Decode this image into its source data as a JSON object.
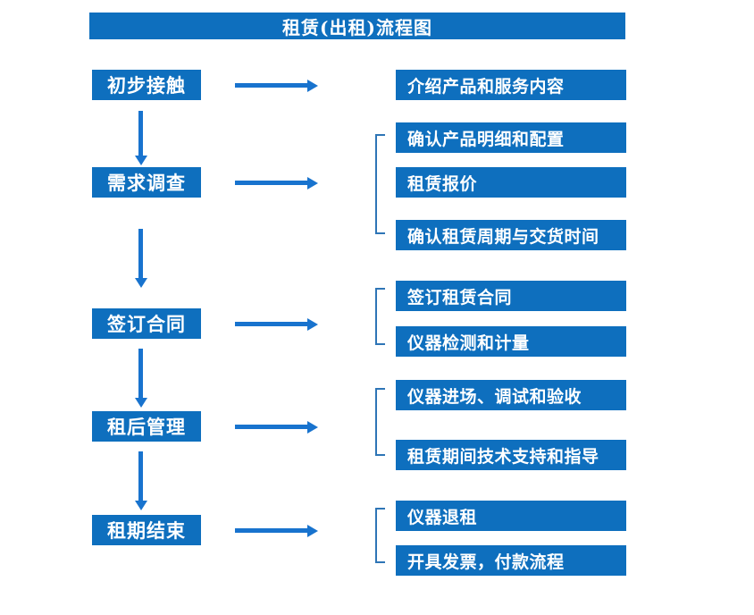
{
  "title": "租赁(出租)流程图",
  "colors": {
    "box_blue": "#0e6fbe",
    "arrow_blue": "#1873ce",
    "bracket_blue": "#2e75b6",
    "text_white": "#ffffff"
  },
  "stages": [
    {
      "label": "初步接触",
      "outputs": [
        "介绍产品和服务内容"
      ]
    },
    {
      "label": "需求调查",
      "outputs": [
        "确认产品明细和配置",
        "租赁报价",
        "确认租赁周期与交货时间"
      ]
    },
    {
      "label": "签订合同",
      "outputs": [
        "签订租赁合同",
        "仪器检测和计量"
      ]
    },
    {
      "label": "租后管理",
      "outputs": [
        "仪器进场、调试和验收",
        "租赁期间技术支持和指导"
      ]
    },
    {
      "label": "租期结束",
      "outputs": [
        "仪器退租",
        "开具发票，付款流程"
      ]
    }
  ]
}
